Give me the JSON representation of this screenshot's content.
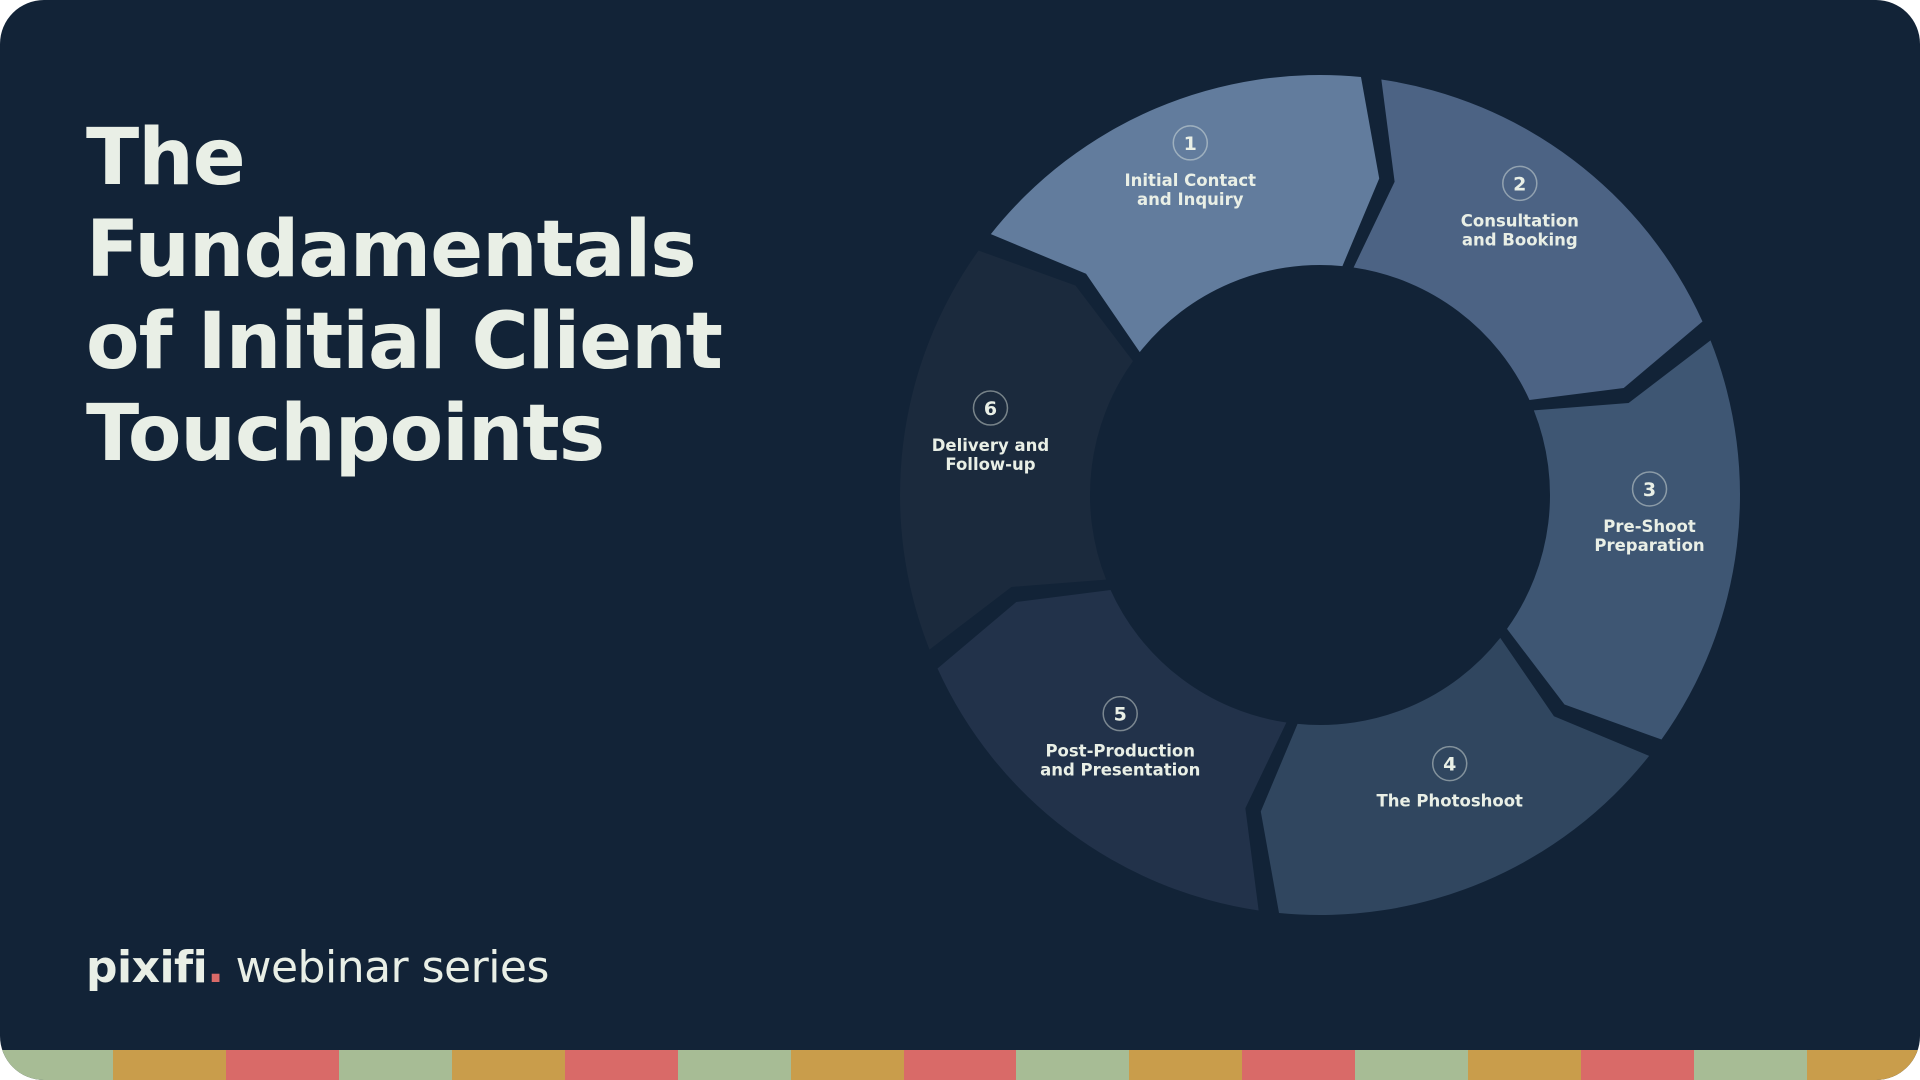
{
  "title_lines": [
    "The",
    "Fundamentals",
    "of Initial Client",
    "Touchpoints"
  ],
  "brand": {
    "logo": "pixifi",
    "logo_dot": ".",
    "series": "webinar series"
  },
  "cycle": {
    "steps": [
      {
        "number": "1",
        "lines": [
          "Initial Contact",
          "and Inquiry"
        ],
        "color": "#627c9d"
      },
      {
        "number": "2",
        "lines": [
          "Consultation",
          "and Booking"
        ],
        "color": "#4c6384"
      },
      {
        "number": "3",
        "lines": [
          "Pre-Shoot",
          "Preparation"
        ],
        "color": "#3e5673"
      },
      {
        "number": "4",
        "lines": [
          "The Photoshoot"
        ],
        "color": "#30465f"
      },
      {
        "number": "5",
        "lines": [
          "Post-Production",
          "and Presentation"
        ],
        "color": "#22324a"
      },
      {
        "number": "6",
        "lines": [
          "Delivery and",
          "Follow-up"
        ],
        "color": "#1b2a3d"
      }
    ]
  },
  "colors": {
    "background": "#122337",
    "text": "#e9efe6",
    "accent_dot": "#d96a68",
    "stripe_pattern": [
      "#a7bc95",
      "#c99d4b",
      "#d96a68"
    ]
  }
}
